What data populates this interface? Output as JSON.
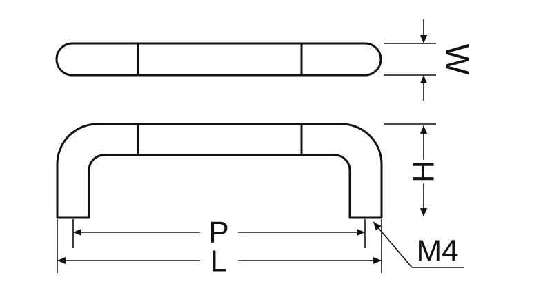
{
  "diagram": {
    "line_color": "#111111",
    "background": "#ffffff",
    "labels": {
      "width": "W",
      "height": "H",
      "pitch": "P",
      "length": "L",
      "thread": "M4"
    }
  }
}
